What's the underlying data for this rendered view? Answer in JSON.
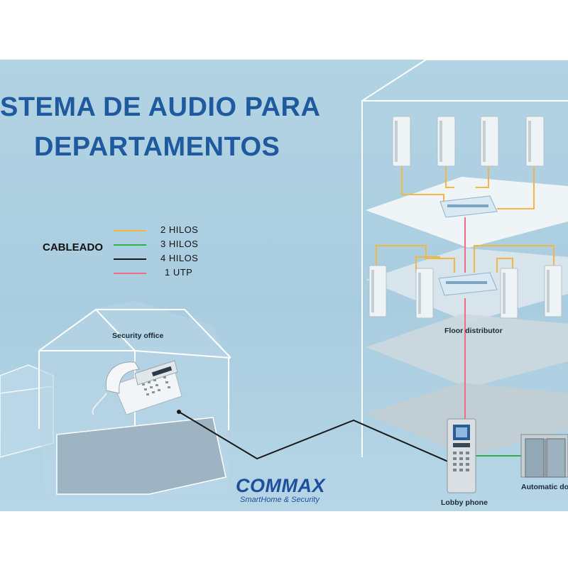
{
  "title": {
    "line1": "STEMA DE AUDIO PARA",
    "line2": "DEPARTAMENTOS"
  },
  "legend": {
    "heading": "CABLEADO",
    "items": [
      {
        "label": "2 HILOS",
        "color": "#f2b643"
      },
      {
        "label": "3 HILOS",
        "color": "#2fb14a"
      },
      {
        "label": "4 HILOS",
        "color": "#1a1a1a"
      },
      {
        "label": "1 UTP",
        "color": "#f06b8a"
      }
    ]
  },
  "labels": {
    "security_office": "Security office",
    "floor_distributor": "Floor distributor",
    "lobby_phone": "Lobby phone",
    "automatic_door": "Automatic do"
  },
  "brand": {
    "name": "COMMAX",
    "tagline": "SmartHome & Security"
  },
  "colors": {
    "background": "#aecfe1",
    "title": "#1f5a9e",
    "brand": "#1e4f9c"
  }
}
